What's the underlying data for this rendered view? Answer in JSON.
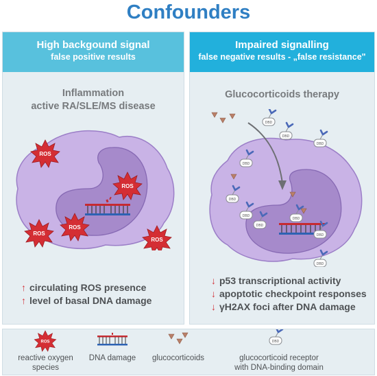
{
  "title": "Confounders",
  "left_panel": {
    "heading": "High backgound signal",
    "subheading": "false positive results",
    "condition_line1": "Inflammation",
    "condition_line2": "active RA/SLE/MS disease",
    "ros_label": "ROS",
    "effects": [
      "circulating ROS presence",
      "level of basal DNA damage"
    ],
    "arrow_symbol": "↑"
  },
  "right_panel": {
    "heading": "Impaired signalling",
    "subheading": "false negative results - „false resistance\"",
    "condition": "Glucocorticoids therapy",
    "dbd_label": "DBD",
    "effects": [
      "p53 transcriptional activity",
      "apoptotic checkpoint responses",
      "γH2AX foci after DNA damage"
    ],
    "arrow_symbol": "↓"
  },
  "legend": {
    "ros": "reactive oxygen species",
    "ros_line1": "reactive oxygen",
    "ros_line2": "species",
    "ros_icon_label": "ROS",
    "dna": "DNA damage",
    "gc": "glucocorticoids",
    "gr_line1": "glucocorticoid receptor",
    "gr_line2": "with DNA-binding domain",
    "dbd_icon_label": "DBD"
  },
  "colors": {
    "title": "#2f7fc3",
    "left_header": "#58c1dd",
    "right_header": "#22b0dc",
    "cell": "#c9b3e6",
    "nucleus": "#a68acb",
    "ros": "#d42e34",
    "arrow": "#d2343a"
  }
}
